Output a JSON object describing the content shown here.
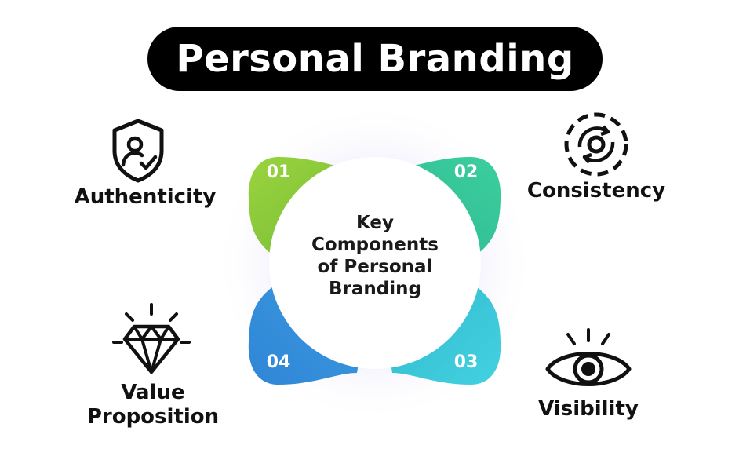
{
  "title": "Personal Branding",
  "center": {
    "line1": "Key",
    "line2": "Components",
    "line3": "of Personal",
    "line4": "Branding"
  },
  "components": [
    {
      "number": "01",
      "label": "Authenticity",
      "icon": "shield-user-check-icon",
      "color": "#8bc93c"
    },
    {
      "number": "02",
      "label": "Consistency",
      "icon": "cycle-target-icon",
      "color": "#35c49a"
    },
    {
      "number": "03",
      "label": "Visibility",
      "icon": "eye-icon",
      "color": "#3cc6d6"
    },
    {
      "number": "04",
      "label_line1": "Value",
      "label_line2": "Proposition",
      "icon": "diamond-icon",
      "color": "#3b8fd8"
    }
  ]
}
